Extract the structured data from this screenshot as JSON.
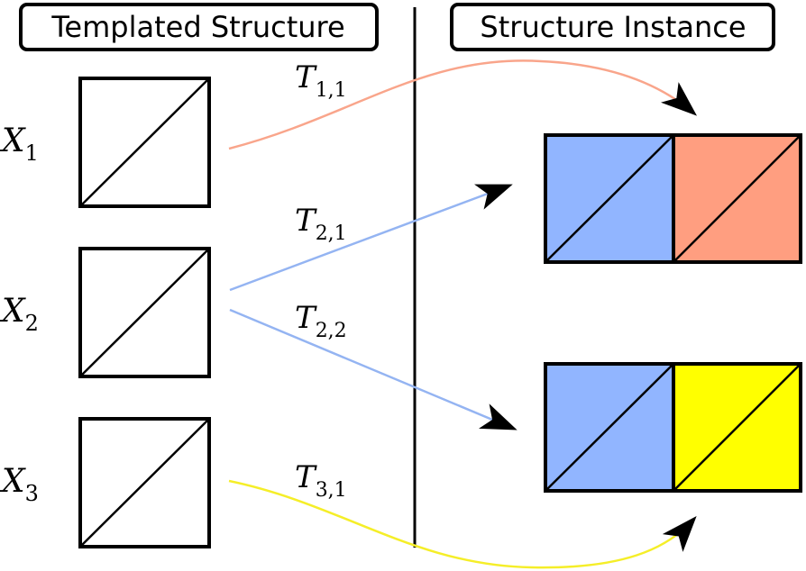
{
  "headers": {
    "left": "Templated Structure",
    "right": "Structure Instance"
  },
  "templates": [
    {
      "symbol": "X",
      "subscript": "1"
    },
    {
      "symbol": "X",
      "subscript": "2"
    },
    {
      "symbol": "X",
      "subscript": "3"
    }
  ],
  "transforms": [
    {
      "symbol": "T",
      "subscript": "1,1",
      "color": "#f9a58b"
    },
    {
      "symbol": "T",
      "subscript": "2,1",
      "color": "#94b4f2"
    },
    {
      "symbol": "T",
      "subscript": "2,2",
      "color": "#94b4f2"
    },
    {
      "symbol": "T",
      "subscript": "3,1",
      "color": "#f5ee28"
    }
  ],
  "colors": {
    "salmon": "#ff9e80",
    "blue": "#91b5ff",
    "yellow": "#ffff00",
    "stroke": "#000000"
  }
}
